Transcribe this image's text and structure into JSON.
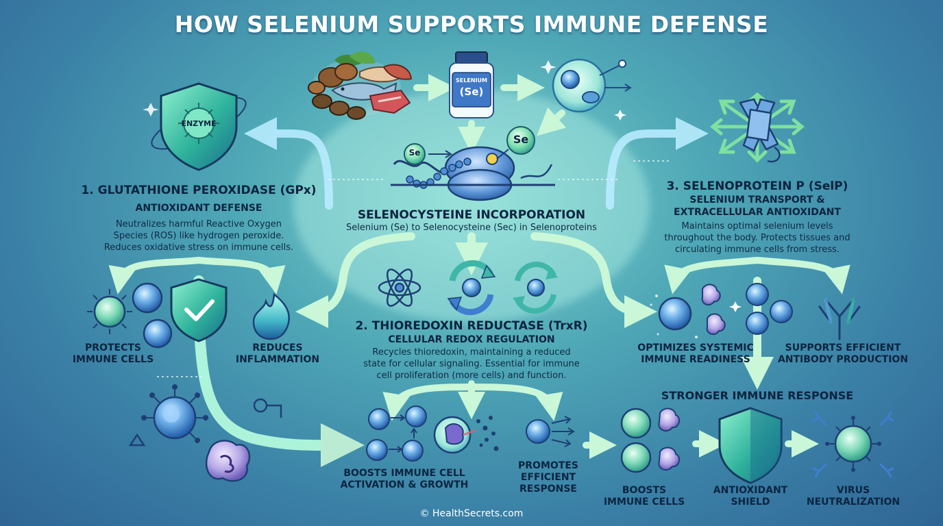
{
  "title": "HOW SELENIUM SUPPORTS IMMUNE DEFENSE",
  "center": {
    "heading": "SELENOCYSTEINE INCORPORATION",
    "subtitle": "Selenium (Se) to Selenocysteine (Sec) in Selenoproteins",
    "bottle_label_1": "SELENIUM",
    "bottle_label_2": "(Se)",
    "se_badge_1": "Se",
    "se_badge_2": "Se"
  },
  "gpx": {
    "icon_label": "ENZYME",
    "heading": "1. GLUTATHIONE PEROXIDASE (GPx)",
    "subheading": "ANTIOXIDANT DEFENSE",
    "body": [
      "Neutralizes harmful Reactive Oxygen",
      "Species (ROS) like hydrogen peroxide.",
      "Reduces oxidative stress on immune cells."
    ],
    "effects": [
      [
        "PROTECTS",
        "IMMUNE CELLS"
      ],
      [
        "REDUCES",
        "INFLAMMATION"
      ]
    ]
  },
  "trxr": {
    "heading": "2. THIOREDOXIN REDUCTASE (TrxR)",
    "subheading": "CELLULAR REDOX REGULATION",
    "body": [
      "Recycles thioredoxin, maintaining a reduced",
      "state for cellular signaling. Essential for immune",
      "cell proliferation (more cells) and function."
    ],
    "effects": [
      [
        "BOOSTS IMMUNE CELL",
        "ACTIVATION & GROWTH"
      ],
      [
        "PROMOTES",
        "EFFICIENT",
        "RESPONSE"
      ]
    ]
  },
  "selp": {
    "heading": "3. SELENOPROTEIN P (SelP)",
    "subheading": [
      "SELENIUM TRANSPORT &",
      "EXTRACELLULAR ANTIOXIDANT"
    ],
    "body": [
      "Maintains optimal selenium levels",
      "throughout the body. Protects tissues and",
      "circulating immune cells from stress."
    ],
    "effects": [
      [
        "OPTIMIZES SYSTEMIC",
        "IMMUNE READINESS"
      ],
      [
        "SUPPORTS EFFICIENT",
        "ANTIBODY PRODUCTION"
      ]
    ]
  },
  "outcome": {
    "heading": "STRONGER IMMUNE RESPONSE",
    "items": [
      [
        "BOOSTS",
        "IMMUNE CELLS"
      ],
      [
        "ANTIOXIDANT",
        "SHIELD"
      ],
      [
        "VIRUS",
        "NEUTRALIZATION"
      ]
    ]
  },
  "footer": "© HealthSecrets.com",
  "colors": {
    "arrow": "#c9f7d8",
    "arrow_blue": "#b8ecff",
    "cell": "#3f7fd0",
    "shield": "#2fb39c",
    "heading": "#0b2440"
  }
}
